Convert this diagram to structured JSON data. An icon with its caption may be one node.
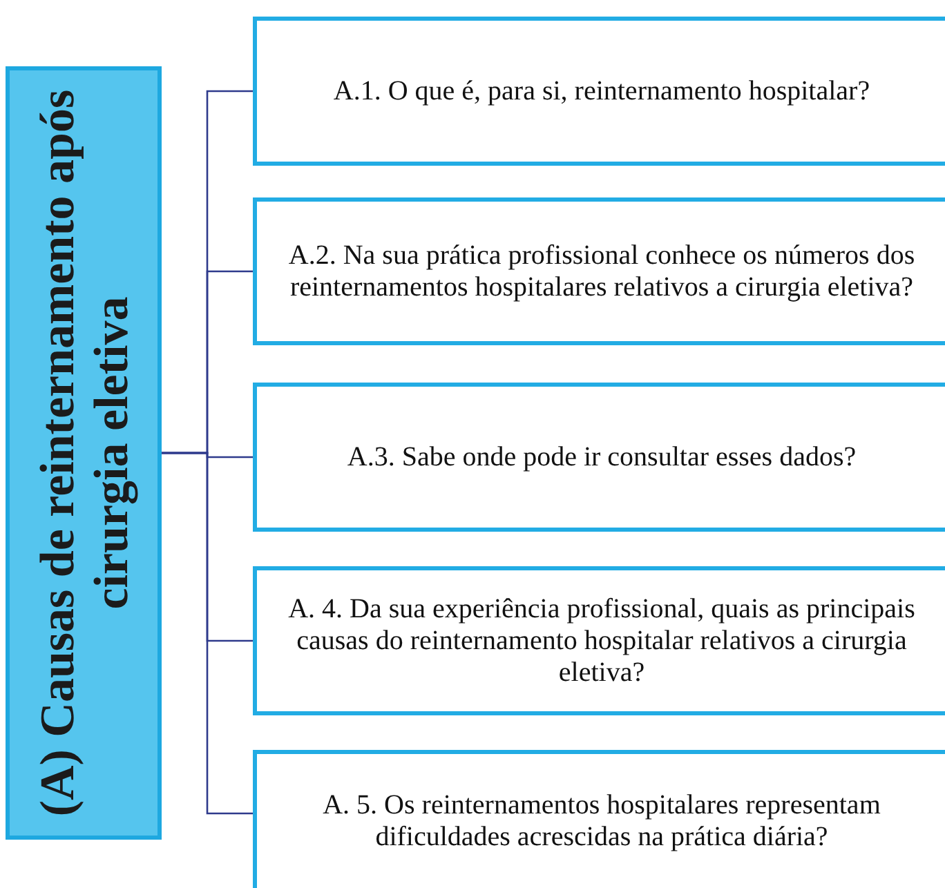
{
  "diagram": {
    "nodes": [
      {
        "text": [
          "(A) Causas de reinternamento após cirurgia eletiva"
        ]
      },
      {
        "text": [
          "A.1. O que é, para si, reinternamento hospitalar?"
        ]
      },
      {
        "text": [
          "A.2. Na sua prática profissional conhece os números dos reinternamentos hospitalares relativos a cirurgia eletiva?"
        ]
      },
      {
        "text": [
          "A.3. Sabe onde pode ir consultar esses dados?"
        ]
      },
      {
        "text": [
          "A. 4. Da sua experiência profissional, quais as principais causas do reinternamento hospitalar relativos a cirurgia eletiva?"
        ]
      },
      {
        "text": [
          "A. 5. Os reinternamentos hospitalares representam dificuldades acrescidas na prática diária?"
        ]
      }
    ],
    "edges": [
      {
        "from": 0,
        "to": 1,
        "arrow": "none"
      },
      {
        "from": 0,
        "to": 2,
        "arrow": "none"
      },
      {
        "from": 0,
        "to": 3,
        "arrow": "none"
      },
      {
        "from": 0,
        "to": 4,
        "arrow": "none"
      },
      {
        "from": 0,
        "to": 5,
        "arrow": "none"
      }
    ]
  }
}
